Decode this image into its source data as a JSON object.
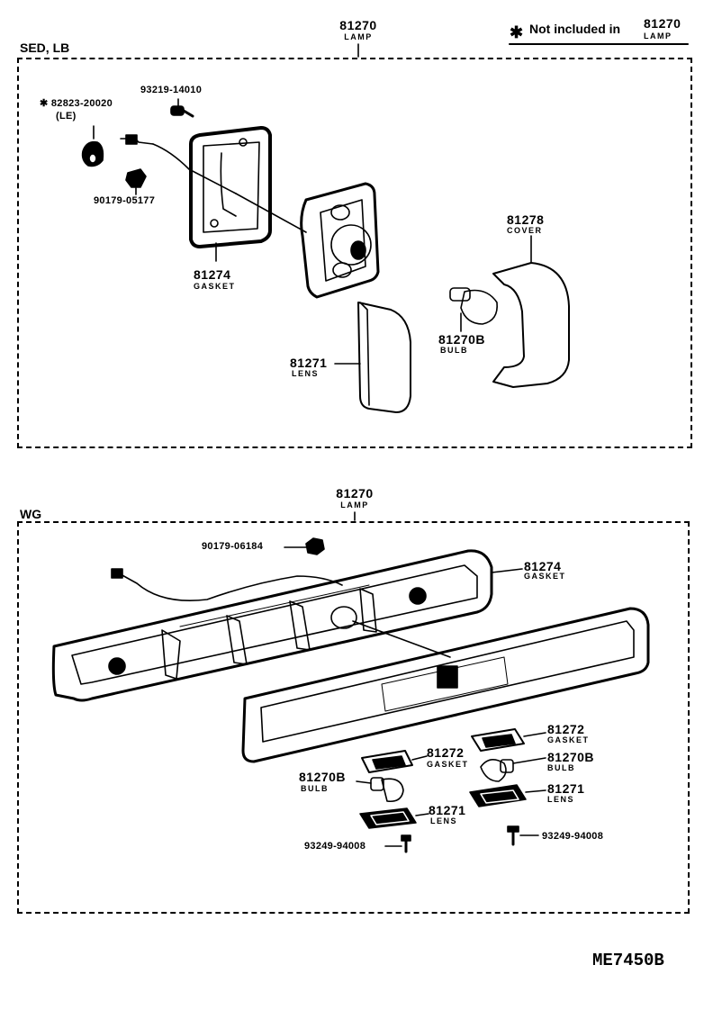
{
  "note": {
    "symbol": "✱",
    "text": "Not included in",
    "part": "81270",
    "part_desc": "LAMP"
  },
  "sections": [
    {
      "title": "SED, LB",
      "assembly": {
        "part": "81270",
        "desc": "LAMP"
      },
      "parts": [
        {
          "part": "93219-14010",
          "desc": ""
        },
        {
          "part": "✱ 82823-20020",
          "desc": "(LE)"
        },
        {
          "part": "90179-05177",
          "desc": ""
        },
        {
          "part": "81274",
          "desc": "GASKET"
        },
        {
          "part": "81278",
          "desc": "COVER"
        },
        {
          "part": "81270B",
          "desc": "BULB"
        },
        {
          "part": "81271",
          "desc": "LENS"
        }
      ]
    },
    {
      "title": "WG",
      "assembly": {
        "part": "81270",
        "desc": "LAMP"
      },
      "parts": [
        {
          "part": "90179-06184",
          "desc": ""
        },
        {
          "part": "81274",
          "desc": "GASKET"
        },
        {
          "part": "81272",
          "desc": "GASKET"
        },
        {
          "part": "81270B",
          "desc": "BULB"
        },
        {
          "part": "81272",
          "desc": "GASKET"
        },
        {
          "part": "81270B",
          "desc": "BULB"
        },
        {
          "part": "81271",
          "desc": "LENS"
        },
        {
          "part": "81271",
          "desc": "LENS"
        },
        {
          "part": "93249-94008",
          "desc": ""
        },
        {
          "part": "93249-94008",
          "desc": ""
        }
      ]
    }
  ],
  "drawing_code": "ME7450B"
}
